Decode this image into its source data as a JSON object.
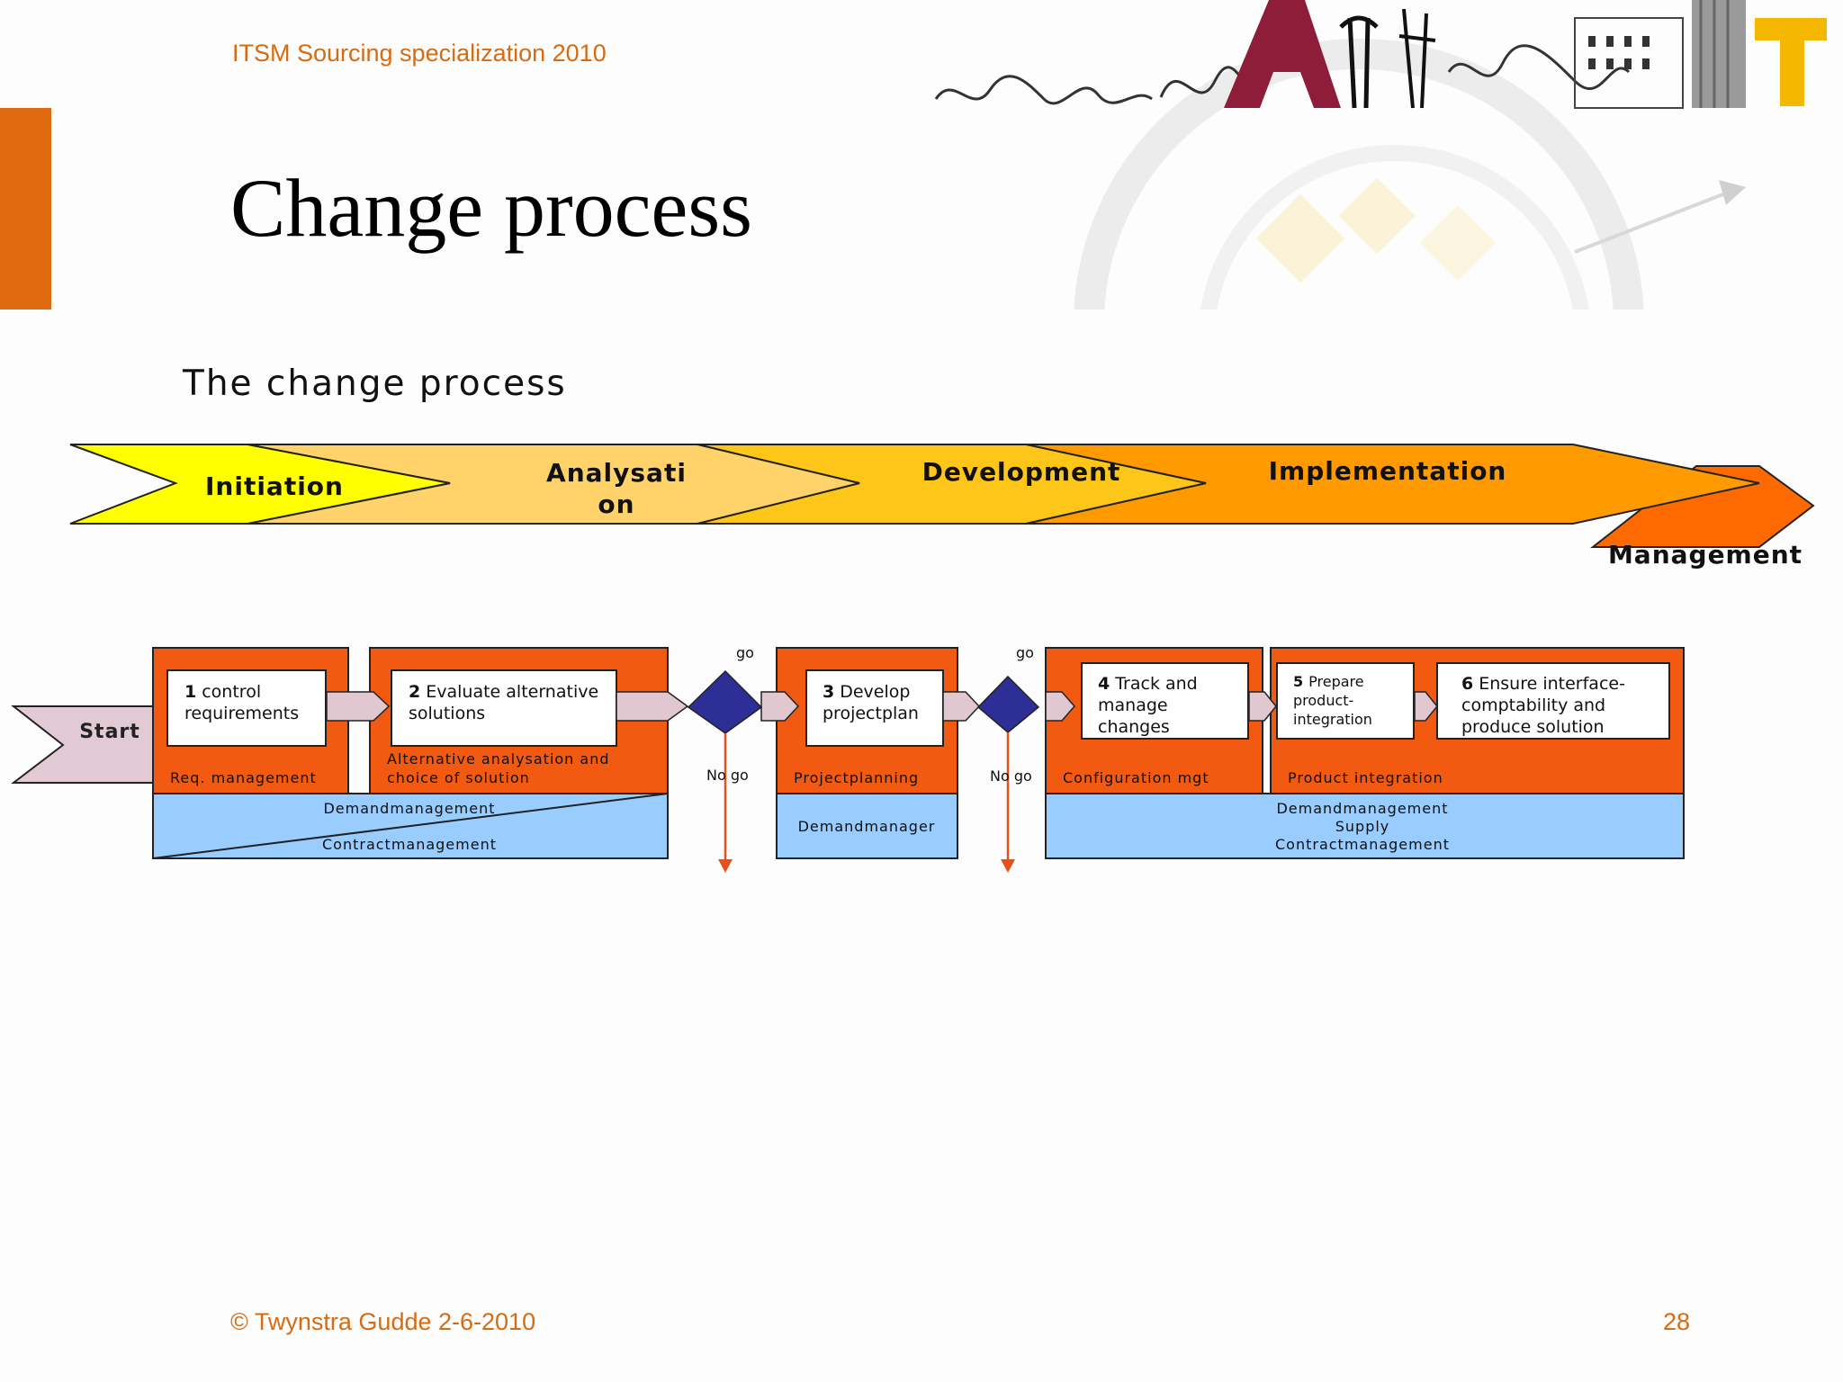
{
  "header": {
    "course": "ITSM Sourcing specialization 2010",
    "title": "Change process"
  },
  "subtitle": "The change process",
  "phases": [
    {
      "line1": "Initiation",
      "line2": ""
    },
    {
      "line1": "Analysati",
      "line2": "on"
    },
    {
      "line1": "Development",
      "line2": ""
    },
    {
      "line1": "Implementation",
      "line2": ""
    },
    {
      "line1": "Management",
      "line2": ""
    }
  ],
  "flow": {
    "start": "Start",
    "steps": [
      {
        "num": "1",
        "line1": "control",
        "line2": "requirements",
        "line3": ""
      },
      {
        "num": "2",
        "line1": "Evaluate alternative",
        "line2": "solutions",
        "line3": ""
      },
      {
        "num": "3",
        "line1": "Develop",
        "line2": "projectplan",
        "line3": ""
      },
      {
        "num": "4",
        "line1": "Track and",
        "line2": "manage",
        "line3": "changes"
      },
      {
        "num": "5",
        "line1": "Prepare",
        "line2": "product-",
        "line3": "integration"
      },
      {
        "num": "6",
        "line1": "Ensure interface-",
        "line2": "comptability and",
        "line3": "produce solution"
      }
    ],
    "process_labels": {
      "req_management": "Req. management",
      "alternative_line1": "Alternative analysation and",
      "alternative_line2": "choice of solution",
      "projectplanning": "Projectplanning",
      "configuration": "Configuration mgt",
      "product_integration": "Product integration"
    },
    "roles": {
      "demandmanagement": "Demandmanagement",
      "contractmanagement": "Contractmanagement",
      "demandmanager": "Demandmanager",
      "right_line1": "Demandmanagement",
      "right_line2": "Supply",
      "right_line3": "Contractmanagement"
    },
    "decisions": {
      "go": "go",
      "nogo": "No go"
    }
  },
  "footer": {
    "copyright": "© Twynstra Gudde  2-6-2010",
    "page": "28"
  },
  "colors": {
    "accent": "#e06a10",
    "process_orange": "#f25a12",
    "role_blue": "#99ccff",
    "decision_navy": "#2e2f96",
    "connector_pink": "#e0c7d0"
  }
}
